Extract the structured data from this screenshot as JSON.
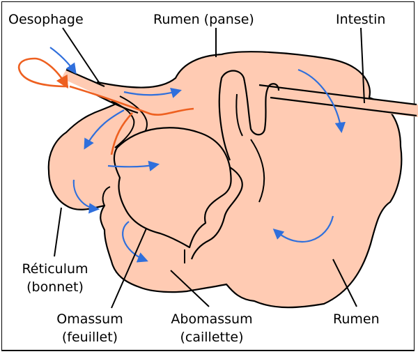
{
  "labels": {
    "oesophage": "Oesophage",
    "rumen_top": "Rumen (panse)",
    "intestin": "Intestin",
    "reticulum": "Réticulum",
    "reticulum_sub": "(bonnet)",
    "omassum": "Omassum",
    "omassum_sub": "(feuillet)",
    "abomassum": "Abomassum",
    "abomassum_sub": "(caillette)",
    "rumen_bottom": "Rumen"
  },
  "colors": {
    "tissue": "#ffcbb3",
    "outline": "#000000",
    "flow_arrow": "#2f6fdc",
    "food_path": "#ee6020",
    "background": "#ffffff"
  },
  "icons": [
    "flow-arrow-icon",
    "food-path-arrow-icon"
  ]
}
